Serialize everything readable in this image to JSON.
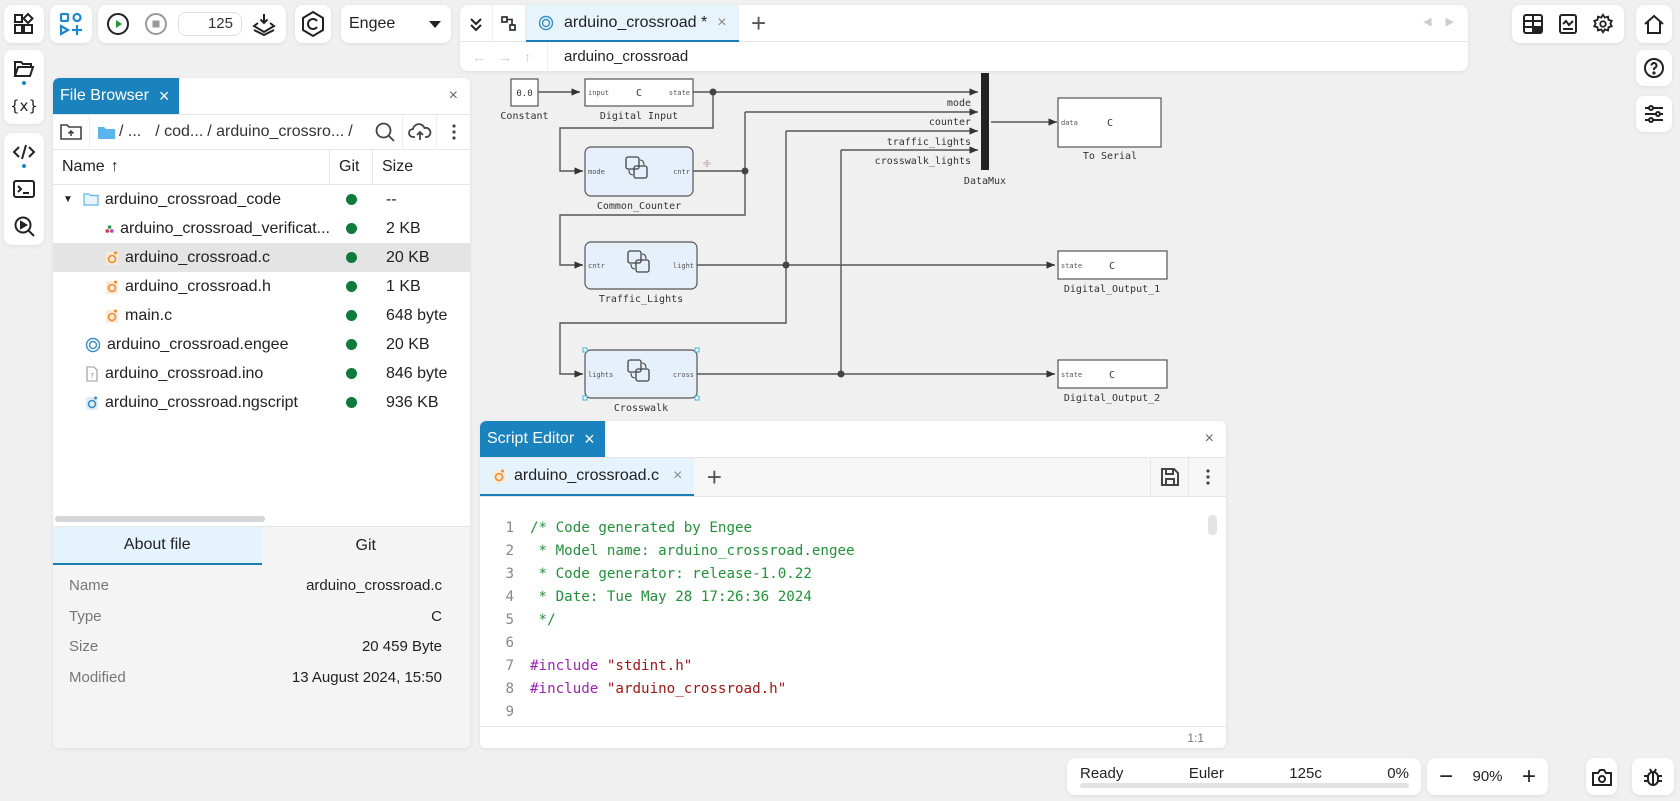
{
  "toolbar": {
    "steps_value": "125",
    "target_selected": "Engee"
  },
  "model": {
    "tab_label": "arduino_crossroad *",
    "tab_close": "×",
    "add_tab": "+",
    "breadcrumb": "arduino_crossroad"
  },
  "file_browser": {
    "title": "File Browser",
    "close_glyph": "×",
    "path": [
      "/ ...",
      "/ cod...",
      "/ arduino_crossro...",
      "/"
    ],
    "columns": {
      "name": "Name",
      "sort_glyph": "↑",
      "git": "Git",
      "size": "Size"
    },
    "rows": [
      {
        "name": "arduino_crossroad_code",
        "size": "--",
        "type": "folder",
        "indent": 0
      },
      {
        "name": "arduino_crossroad_verificat...",
        "size": "2 KB",
        "type": "verification",
        "indent": 1
      },
      {
        "name": "arduino_crossroad.c",
        "size": "20 KB",
        "type": "c",
        "indent": 1,
        "selected": true
      },
      {
        "name": "arduino_crossroad.h",
        "size": "1 KB",
        "type": "c",
        "indent": 1
      },
      {
        "name": "main.c",
        "size": "648 byte",
        "type": "c",
        "indent": 1
      },
      {
        "name": "arduino_crossroad.engee",
        "size": "20 KB",
        "type": "engee",
        "indent": 0
      },
      {
        "name": "arduino_crossroad.ino",
        "size": "846 byte",
        "type": "unknown",
        "indent": 0
      },
      {
        "name": "arduino_crossroad.ngscript",
        "size": "936 KB",
        "type": "ngscript",
        "indent": 0
      }
    ],
    "about_tabs": [
      "About file",
      "Git"
    ],
    "about": [
      {
        "key": "Name",
        "value": "arduino_crossroad.c"
      },
      {
        "key": "Type",
        "value": "C"
      },
      {
        "key": "Size",
        "value": "20 459 Byte"
      },
      {
        "key": "Modified",
        "value": "13 August 2024, 15:50"
      }
    ]
  },
  "diagram": {
    "blocks": {
      "constant": {
        "label": "Constant",
        "value": "0.0"
      },
      "digital_input": {
        "label": "Digital Input",
        "center": "C",
        "in": "input",
        "out": "state"
      },
      "common_counter": {
        "label": "Common_Counter",
        "in": "mode",
        "out": "cntr"
      },
      "traffic_lights": {
        "label": "Traffic_Lights",
        "in": "cntr",
        "out": "light"
      },
      "crosswalk": {
        "label": "Crosswalk",
        "in": "lights",
        "out": "cross"
      },
      "datamux": {
        "label": "DataMux",
        "inputs": [
          "mode",
          "counter",
          "traffic_lights",
          "crosswalk_lights"
        ]
      },
      "to_serial": {
        "label": "To Serial",
        "center": "C",
        "in": "data"
      },
      "digital_output_1": {
        "label": "Digital_Output_1",
        "center": "C",
        "in": "state"
      },
      "digital_output_2": {
        "label": "Digital_Output_2",
        "center": "C",
        "in": "state"
      }
    }
  },
  "script_editor": {
    "title": "Script Editor",
    "close_glyph": "×",
    "file_tab": "arduino_crossroad.c",
    "add_tab": "+",
    "lines": [
      {
        "n": "1",
        "parts": [
          {
            "c": "cmt",
            "t": "/* Code generated by Engee"
          }
        ]
      },
      {
        "n": "2",
        "parts": [
          {
            "c": "cmt",
            "t": " * Model name: arduino_crossroad.engee"
          }
        ]
      },
      {
        "n": "3",
        "parts": [
          {
            "c": "cmt",
            "t": " * Code generator: release-1.0.22"
          }
        ]
      },
      {
        "n": "4",
        "parts": [
          {
            "c": "cmt",
            "t": " * Date: Tue May 28 17:26:36 2024"
          }
        ]
      },
      {
        "n": "5",
        "parts": [
          {
            "c": "cmt",
            "t": " */"
          }
        ]
      },
      {
        "n": "6",
        "parts": []
      },
      {
        "n": "7",
        "parts": [
          {
            "c": "kw",
            "t": "#include "
          },
          {
            "c": "str",
            "t": "\"stdint.h\""
          }
        ]
      },
      {
        "n": "8",
        "parts": [
          {
            "c": "kw",
            "t": "#include "
          },
          {
            "c": "str",
            "t": "\"arduino_crossroad.h\""
          }
        ]
      },
      {
        "n": "9",
        "parts": []
      }
    ],
    "cursor_pos": "1:1"
  },
  "status": {
    "state": "Ready",
    "solver": "Euler",
    "steps": "125c",
    "progress": "0%",
    "progress_value": 0
  },
  "zoom": {
    "minus": "−",
    "level": "90%",
    "plus": "+"
  },
  "colors": {
    "accent": "#1a82bd",
    "git_ok": "#0e7a3c",
    "comment": "#22913a",
    "keyword": "#a020b8",
    "string": "#a31515"
  }
}
